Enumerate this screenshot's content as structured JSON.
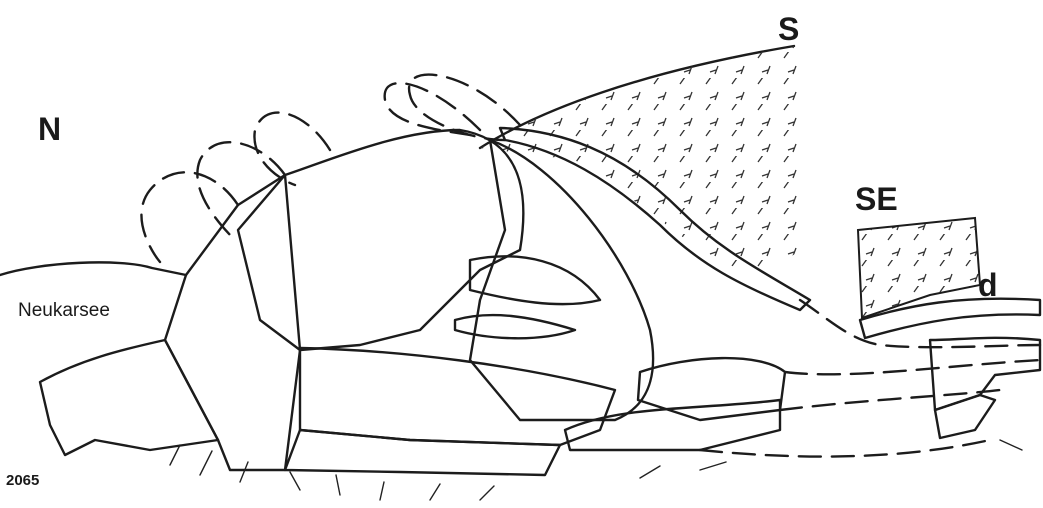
{
  "labels": {
    "north": "N",
    "south": "S",
    "southeast": "SE",
    "lake": "Neukarsee",
    "elevation": "2065",
    "unit_d": "d"
  }
}
